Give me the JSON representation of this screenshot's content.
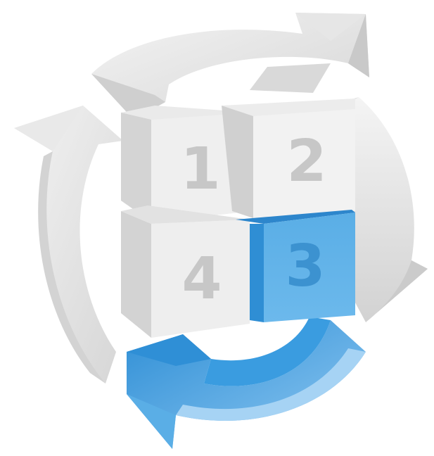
{
  "illustration": {
    "cubes": [
      {
        "label": "1",
        "highlighted": false
      },
      {
        "label": "2",
        "highlighted": false
      },
      {
        "label": "3",
        "highlighted": true
      },
      {
        "label": "4",
        "highlighted": false
      }
    ],
    "colors": {
      "gray_light": "#efefef",
      "gray_mid": "#dcdcdc",
      "gray_dark": "#c8c8c8",
      "gray_number": "#c7c7c7",
      "blue_light": "#7cbff0",
      "blue_mid": "#5aaee6",
      "blue_dark": "#2f8ed4",
      "blue_number": "#3c92d0"
    },
    "icons": [
      "cycle-arrow-icon",
      "cube-icon"
    ]
  }
}
